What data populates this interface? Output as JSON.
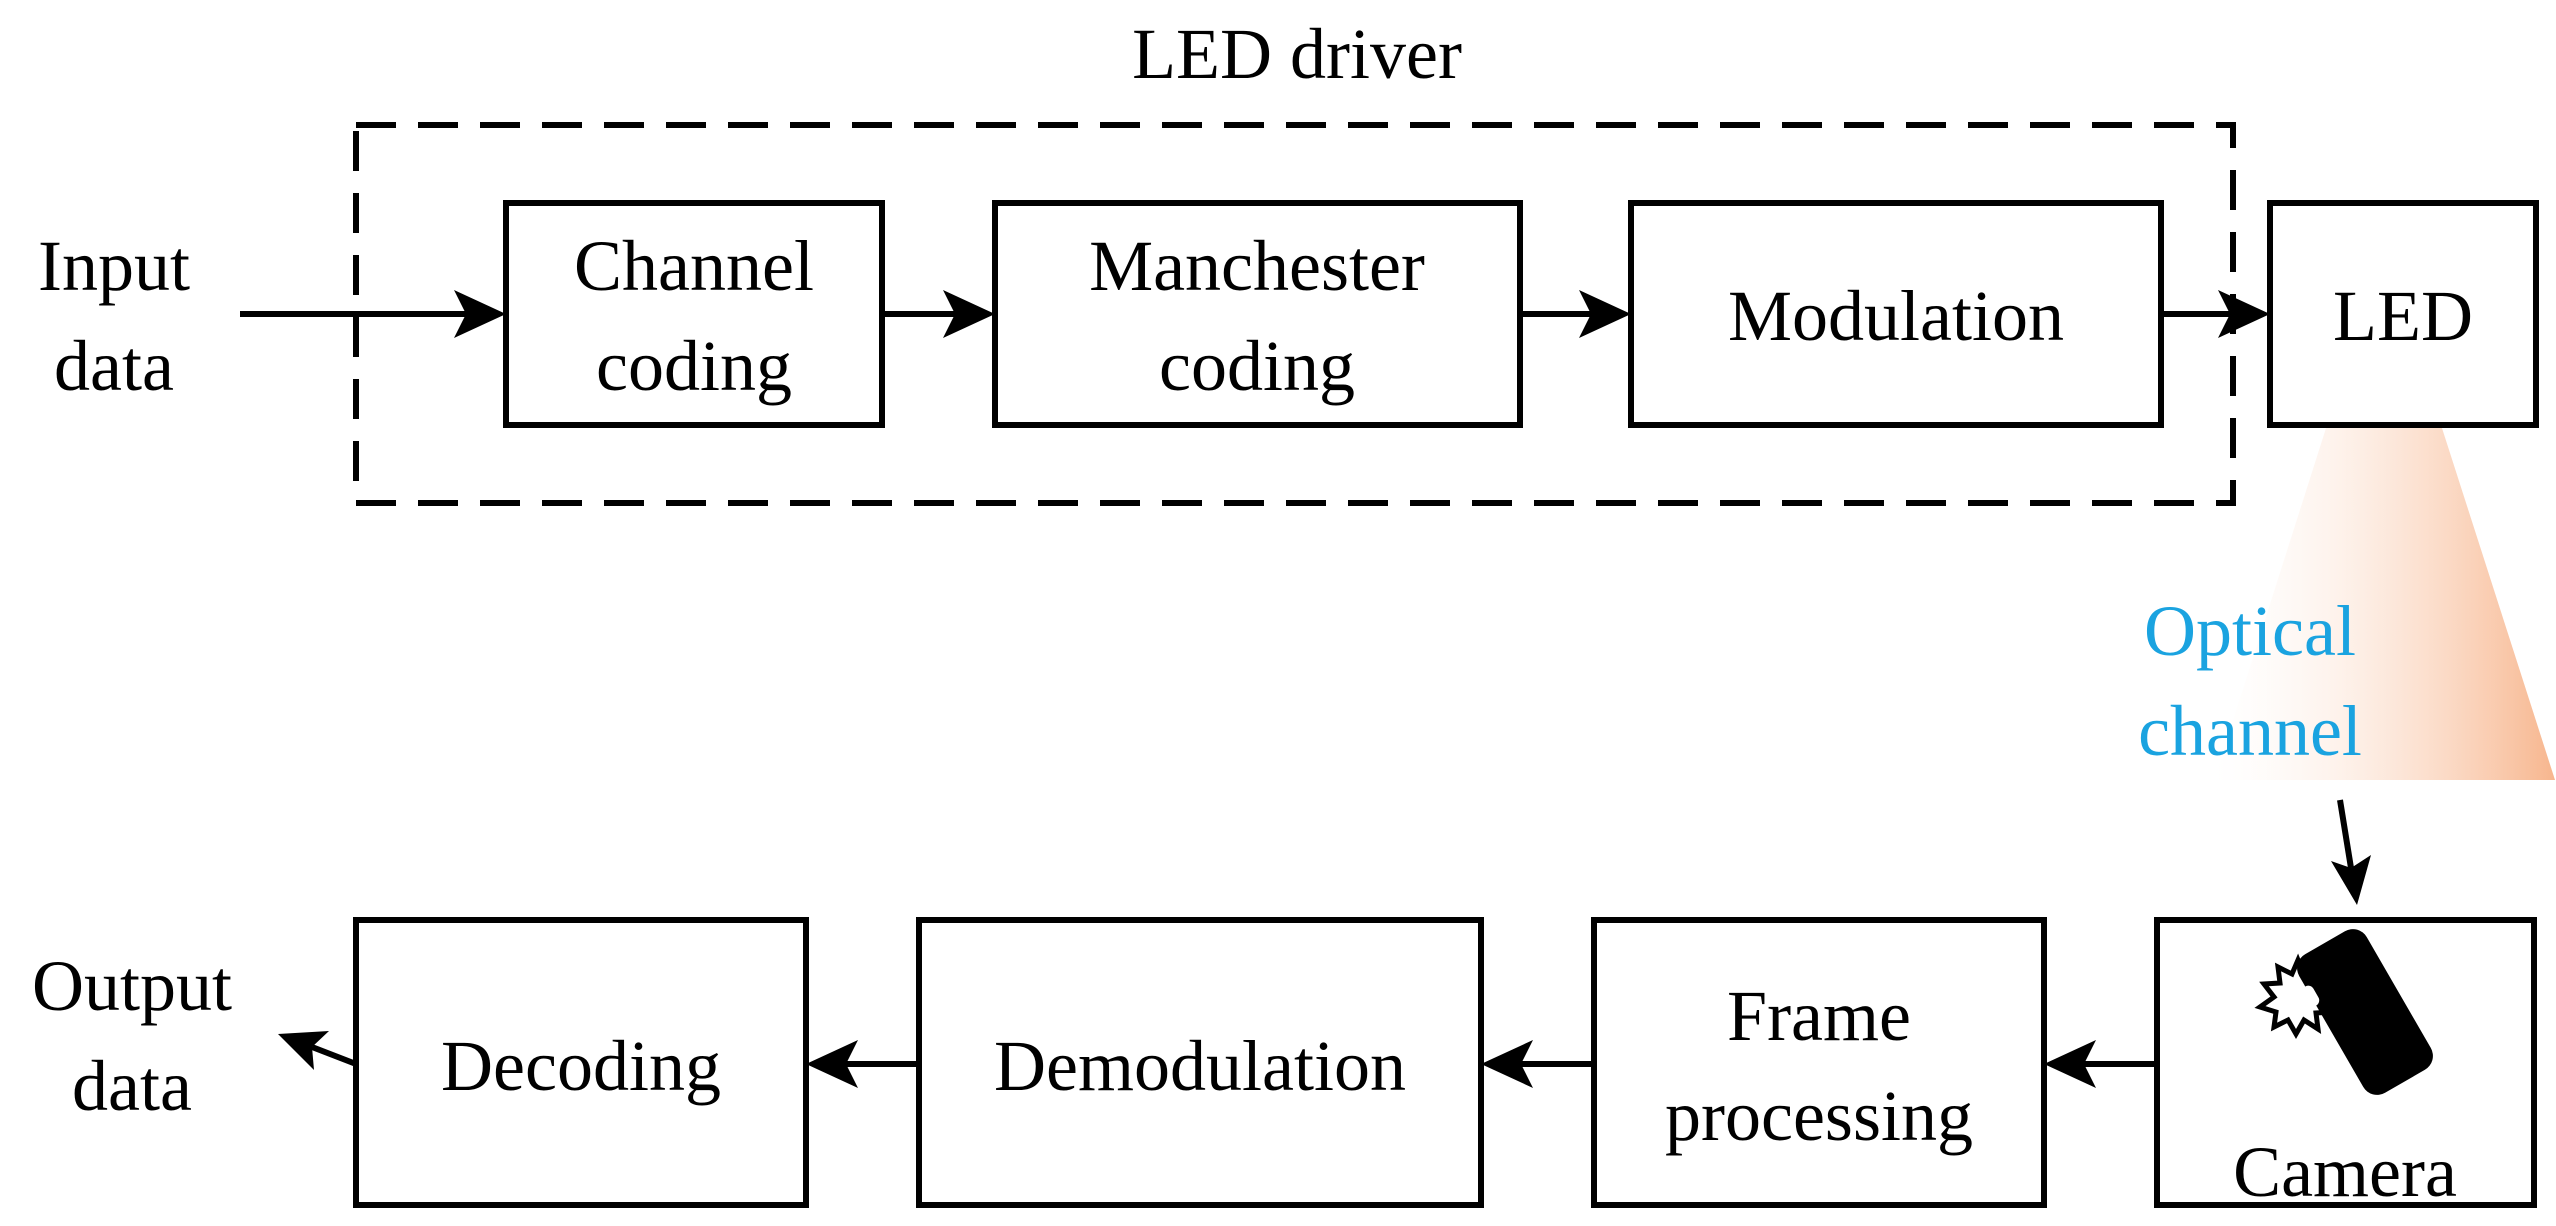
{
  "group": {
    "label": "LED driver"
  },
  "labels": {
    "input_line1": "Input",
    "input_line2": "data",
    "output_line1": "Output",
    "output_line2": "data",
    "optical_line1": "Optical",
    "optical_line2": "channel"
  },
  "blocks": {
    "channel_coding": {
      "line1": "Channel",
      "line2": "coding"
    },
    "manchester_coding": {
      "line1": "Manchester",
      "line2": "coding"
    },
    "modulation": {
      "line1": "Modulation"
    },
    "led": {
      "line1": "LED"
    },
    "camera": {
      "line1": "Camera"
    },
    "frame_processing": {
      "line1": "Frame",
      "line2": "processing"
    },
    "demodulation": {
      "line1": "Demodulation"
    },
    "decoding": {
      "line1": "Decoding"
    }
  },
  "icons": {
    "camera_block": "smartphone-camera-flash-icon"
  },
  "colors": {
    "optical_label": "#1AA3E0",
    "light_beam": "#F7B68E"
  }
}
